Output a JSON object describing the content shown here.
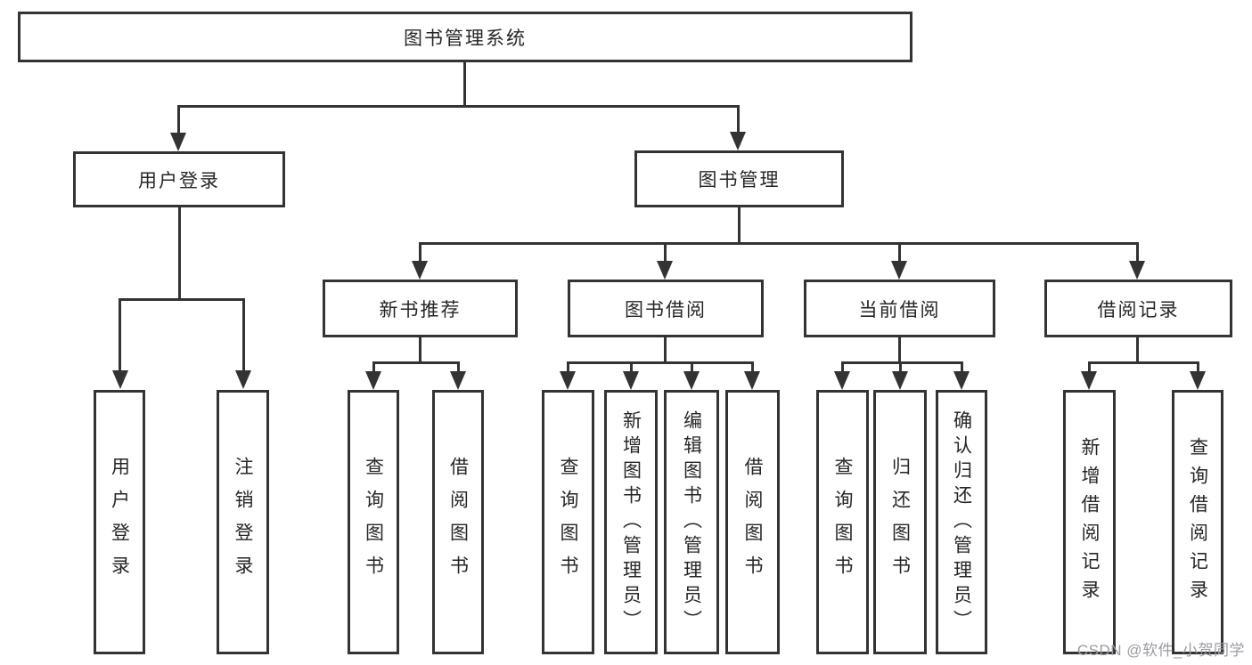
{
  "diagram": {
    "title": "图书管理系统",
    "watermark": "CSDN @软件_小贺同学",
    "colors": {
      "line": "#333333",
      "text": "#262626",
      "background": "#ffffff",
      "watermark": "#9b9ba3"
    },
    "nodes": {
      "root": {
        "label": "图书管理系统"
      },
      "user_login": {
        "label": "用户登录"
      },
      "book_management": {
        "label": "图书管理"
      },
      "new_book_recommend": {
        "label": "新书推荐"
      },
      "book_borrow": {
        "label": "图书借阅"
      },
      "current_borrow": {
        "label": "当前借阅"
      },
      "borrow_record": {
        "label": "借阅记录"
      },
      "leaf_user_login": {
        "label": "用户登录"
      },
      "leaf_logout": {
        "label": "注销登录"
      },
      "leaf_query_book_recommend": {
        "label": "查询图书"
      },
      "leaf_borrow_book_recommend": {
        "label": "借阅图书"
      },
      "leaf_query_book_borrow": {
        "label": "查询图书"
      },
      "leaf_add_book_admin": {
        "label": "新增图书（管理员）"
      },
      "leaf_edit_book_admin": {
        "label": "编辑图书（管理员）"
      },
      "leaf_borrow_book": {
        "label": "借阅图书"
      },
      "leaf_query_book_current": {
        "label": "查询图书"
      },
      "leaf_return_book": {
        "label": "归还图书"
      },
      "leaf_confirm_return_admin": {
        "label": "确认归还（管理员）"
      },
      "leaf_add_borrow_record": {
        "label": "新增借阅记录"
      },
      "leaf_query_borrow_record": {
        "label": "查询借阅记录"
      }
    }
  }
}
